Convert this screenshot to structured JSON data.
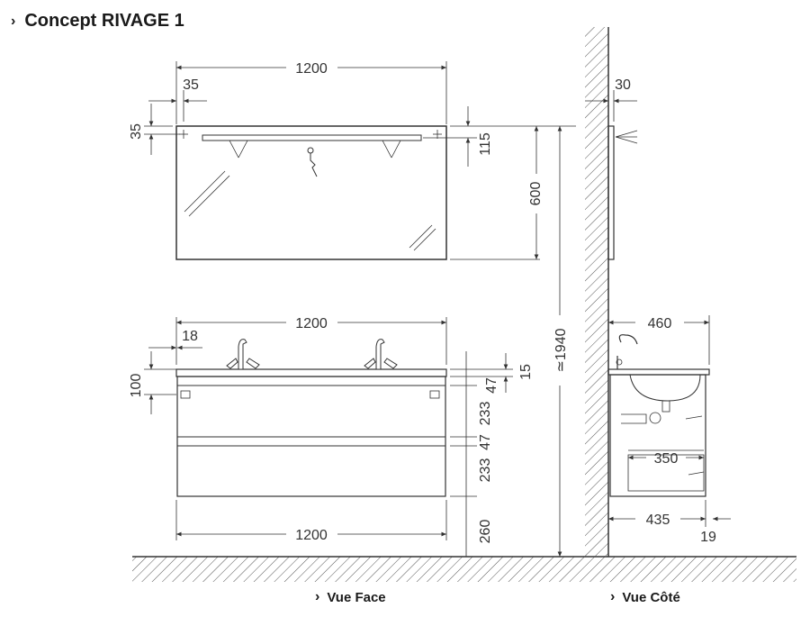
{
  "title": "Concept RIVAGE 1",
  "captions": {
    "front": "Vue Face",
    "side": "Vue Côté"
  },
  "chevron": "›",
  "dims": {
    "mirror_width": "1200",
    "mirror_offset_x": "35",
    "mirror_offset_y": "35",
    "mirror_light": "115",
    "mirror_height": "600",
    "cabinet_width_top": "1200",
    "tap_offset": "18",
    "top_height": "100",
    "worktop": "15",
    "drawer_gap_1": "47",
    "drawer_1": "233",
    "drawer_gap_2": "47",
    "drawer_2": "233",
    "base_height": "260",
    "cabinet_width_bottom": "1200",
    "total_height": "≃1940",
    "mirror_depth": "30",
    "cabinet_depth": "460",
    "drawer_depth": "350",
    "body_depth": "435",
    "front_thickness": "19"
  }
}
